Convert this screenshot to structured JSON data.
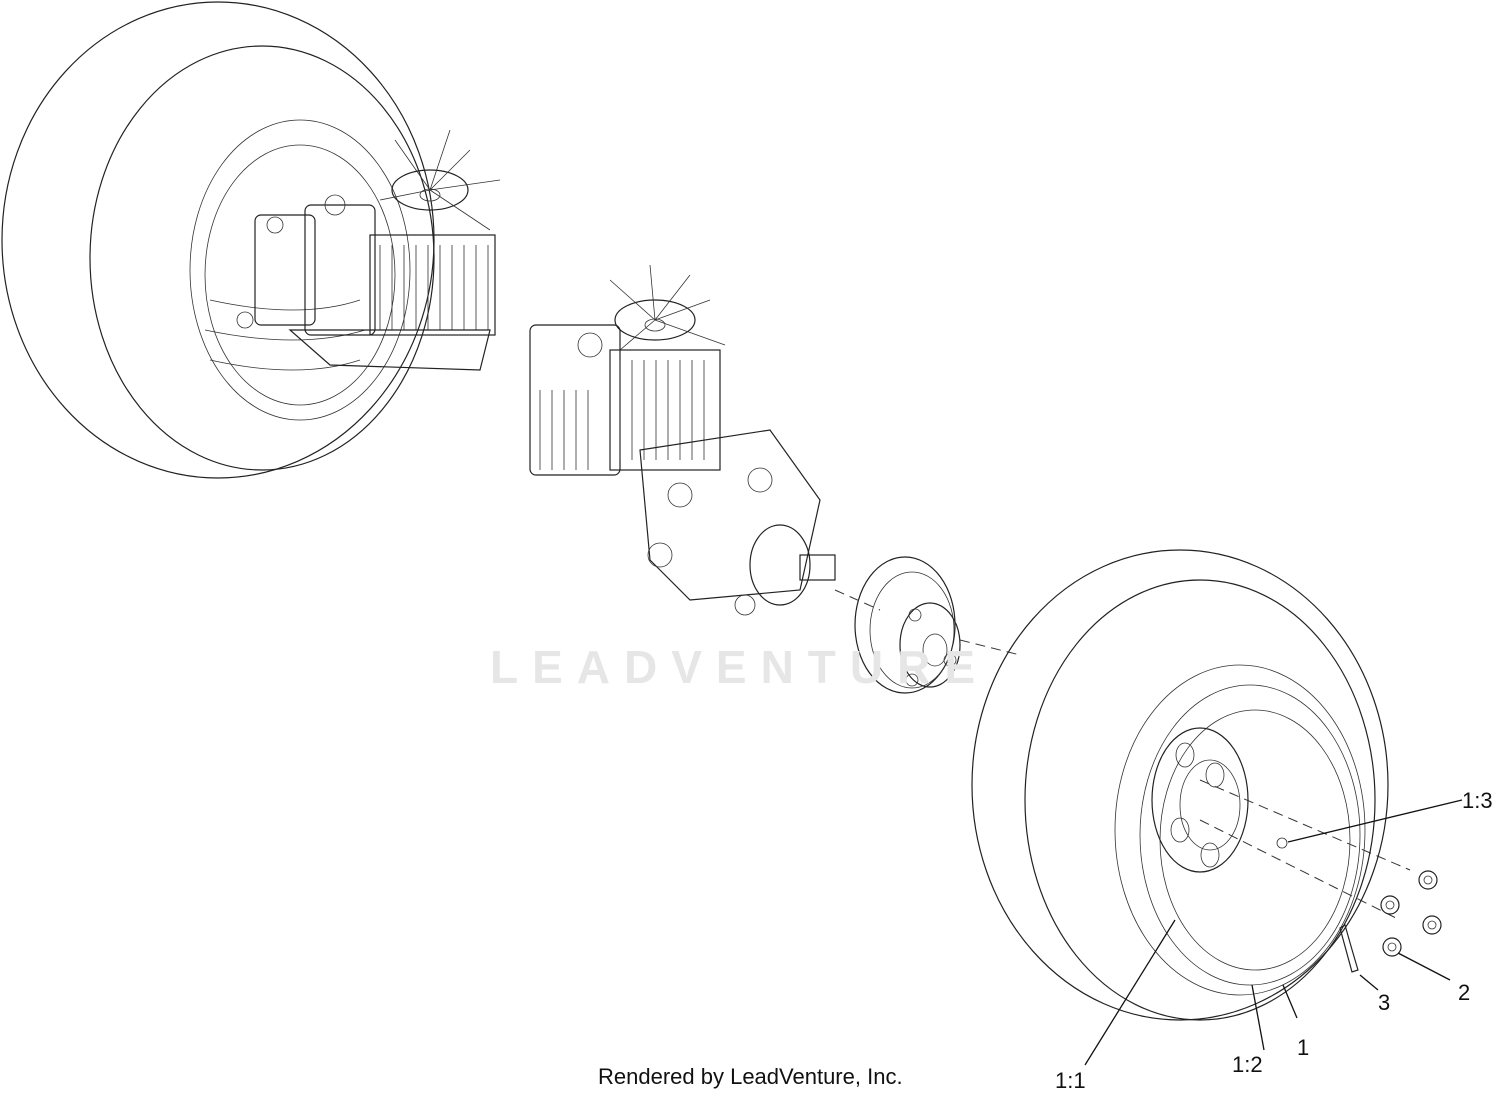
{
  "diagram": {
    "watermark": "LEADVENTURE",
    "credit": "Rendered by LeadVenture, Inc.",
    "callouts": {
      "c1_3": "1:3",
      "c2": "2",
      "c3": "3",
      "c1": "1",
      "c1_2": "1:2",
      "c1_1": "1:1"
    }
  }
}
